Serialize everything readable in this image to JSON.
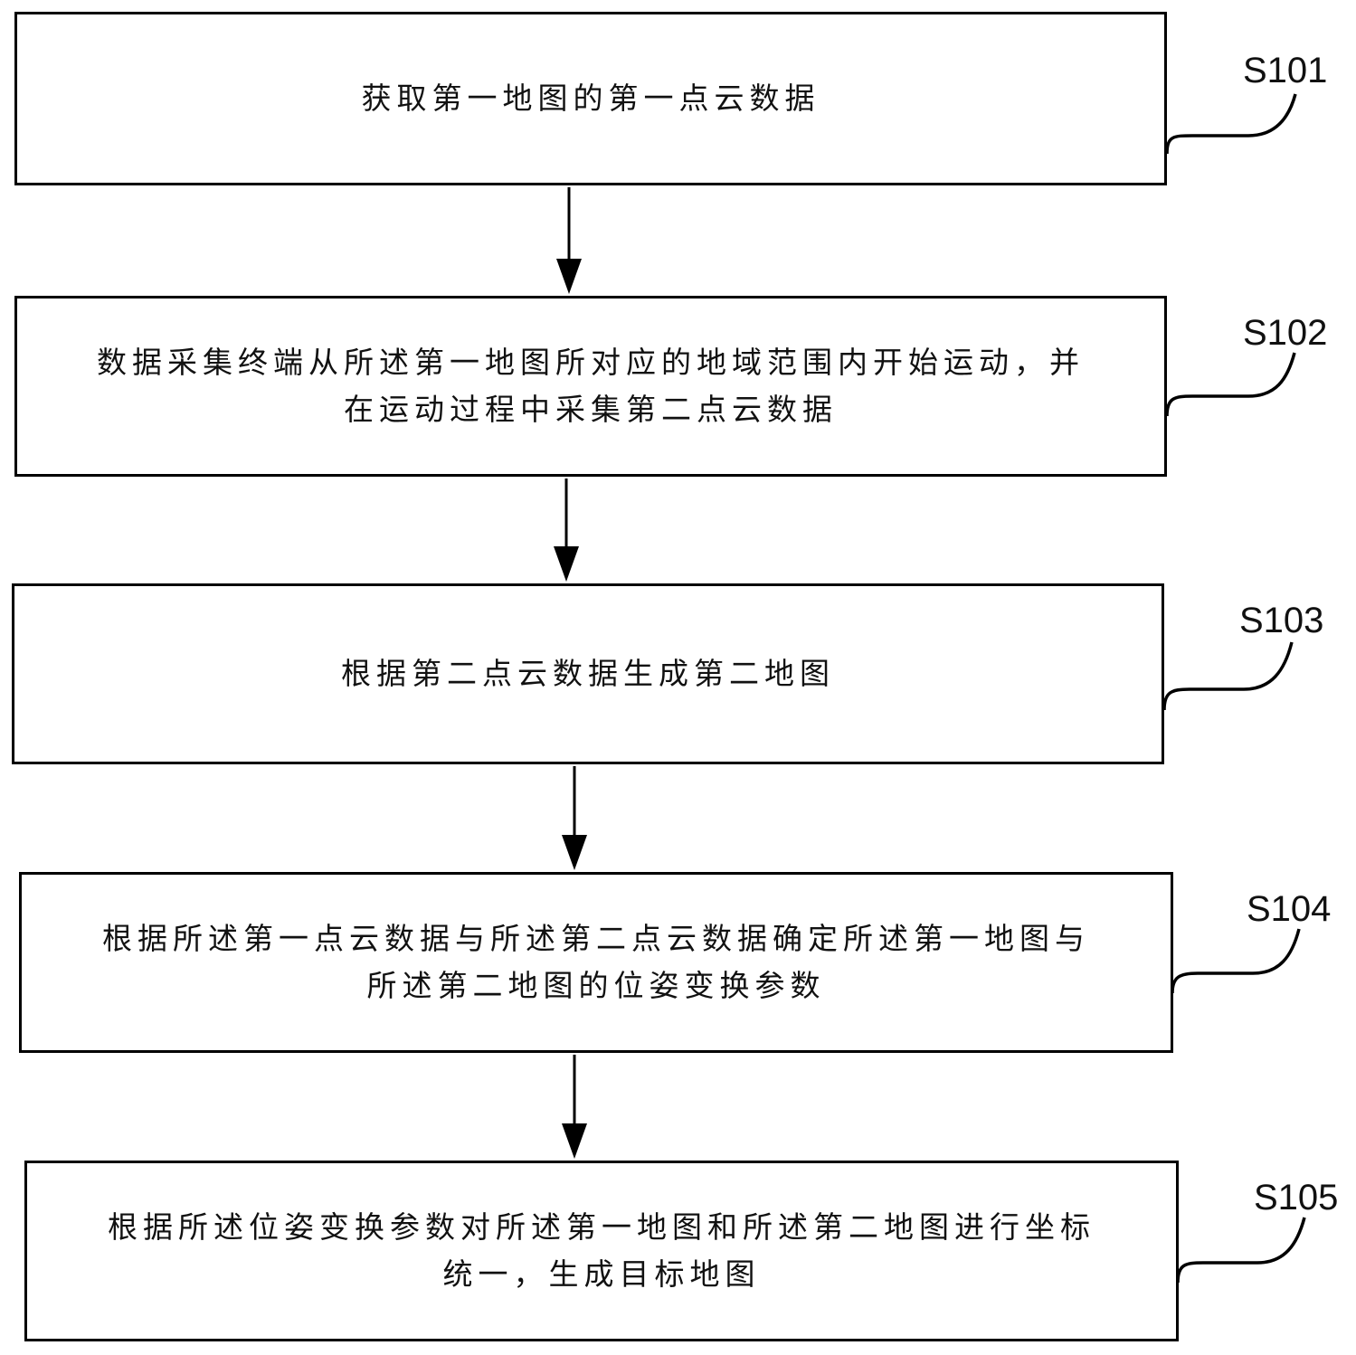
{
  "diagram": {
    "type": "flowchart",
    "direction": "top-to-bottom",
    "steps": [
      {
        "id": "S101",
        "label": "S101",
        "text": "获取第一地图的第一点云数据"
      },
      {
        "id": "S102",
        "label": "S102",
        "text": "数据采集终端从所述第一地图所对应的地域范围内开始运动，并\n在运动过程中采集第二点云数据"
      },
      {
        "id": "S103",
        "label": "S103",
        "text": "根据第二点云数据生成第二地图"
      },
      {
        "id": "S104",
        "label": "S104",
        "text": "根据所述第一点云数据与所述第二点云数据确定所述第一地图与\n所述第二地图的位姿变换参数"
      },
      {
        "id": "S105",
        "label": "S105",
        "text": "根据所述位姿变换参数对所述第一地图和所述第二地图进行坐标\n统一，生成目标地图"
      }
    ],
    "edges": [
      {
        "from": "S101",
        "to": "S102"
      },
      {
        "from": "S102",
        "to": "S103"
      },
      {
        "from": "S103",
        "to": "S104"
      },
      {
        "from": "S104",
        "to": "S105"
      }
    ],
    "colors": {
      "stroke": "#000000",
      "background": "#ffffff",
      "text": "#111111"
    }
  }
}
